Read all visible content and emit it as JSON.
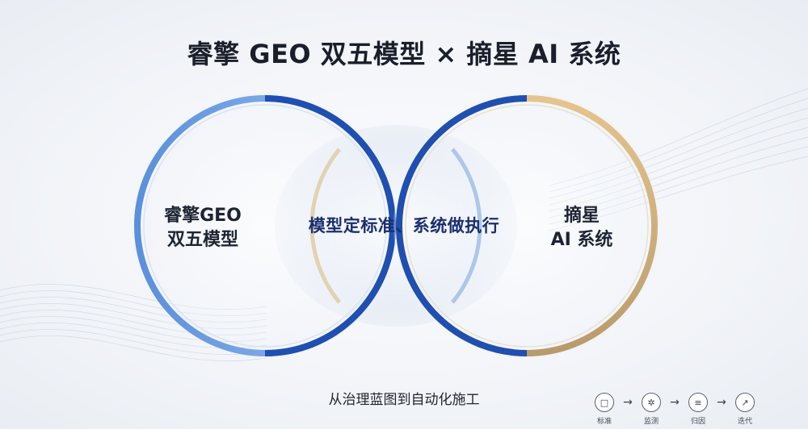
{
  "title": "睿擎 GEO 双五模型 × 摘星 AI 系统",
  "left_circle": {
    "line1": "睿擎GEO",
    "line2": "双五模型",
    "color": "#1f4fb0"
  },
  "right_circle": {
    "line1": "摘星",
    "line2": "AI 系统",
    "color": "#c9a166"
  },
  "center_text": "模型定标准、系统做执行",
  "subtitle": "从治理蓝图到自动化施工",
  "flow": {
    "arrow": "→",
    "steps": [
      {
        "label": "标准",
        "icon": "square-icon",
        "glyph": "□"
      },
      {
        "label": "监测",
        "icon": "gear-icon",
        "glyph": "✲"
      },
      {
        "label": "归因",
        "icon": "layers-icon",
        "glyph": "≡"
      },
      {
        "label": "迭代",
        "icon": "trend-icon",
        "glyph": "↗"
      }
    ]
  }
}
